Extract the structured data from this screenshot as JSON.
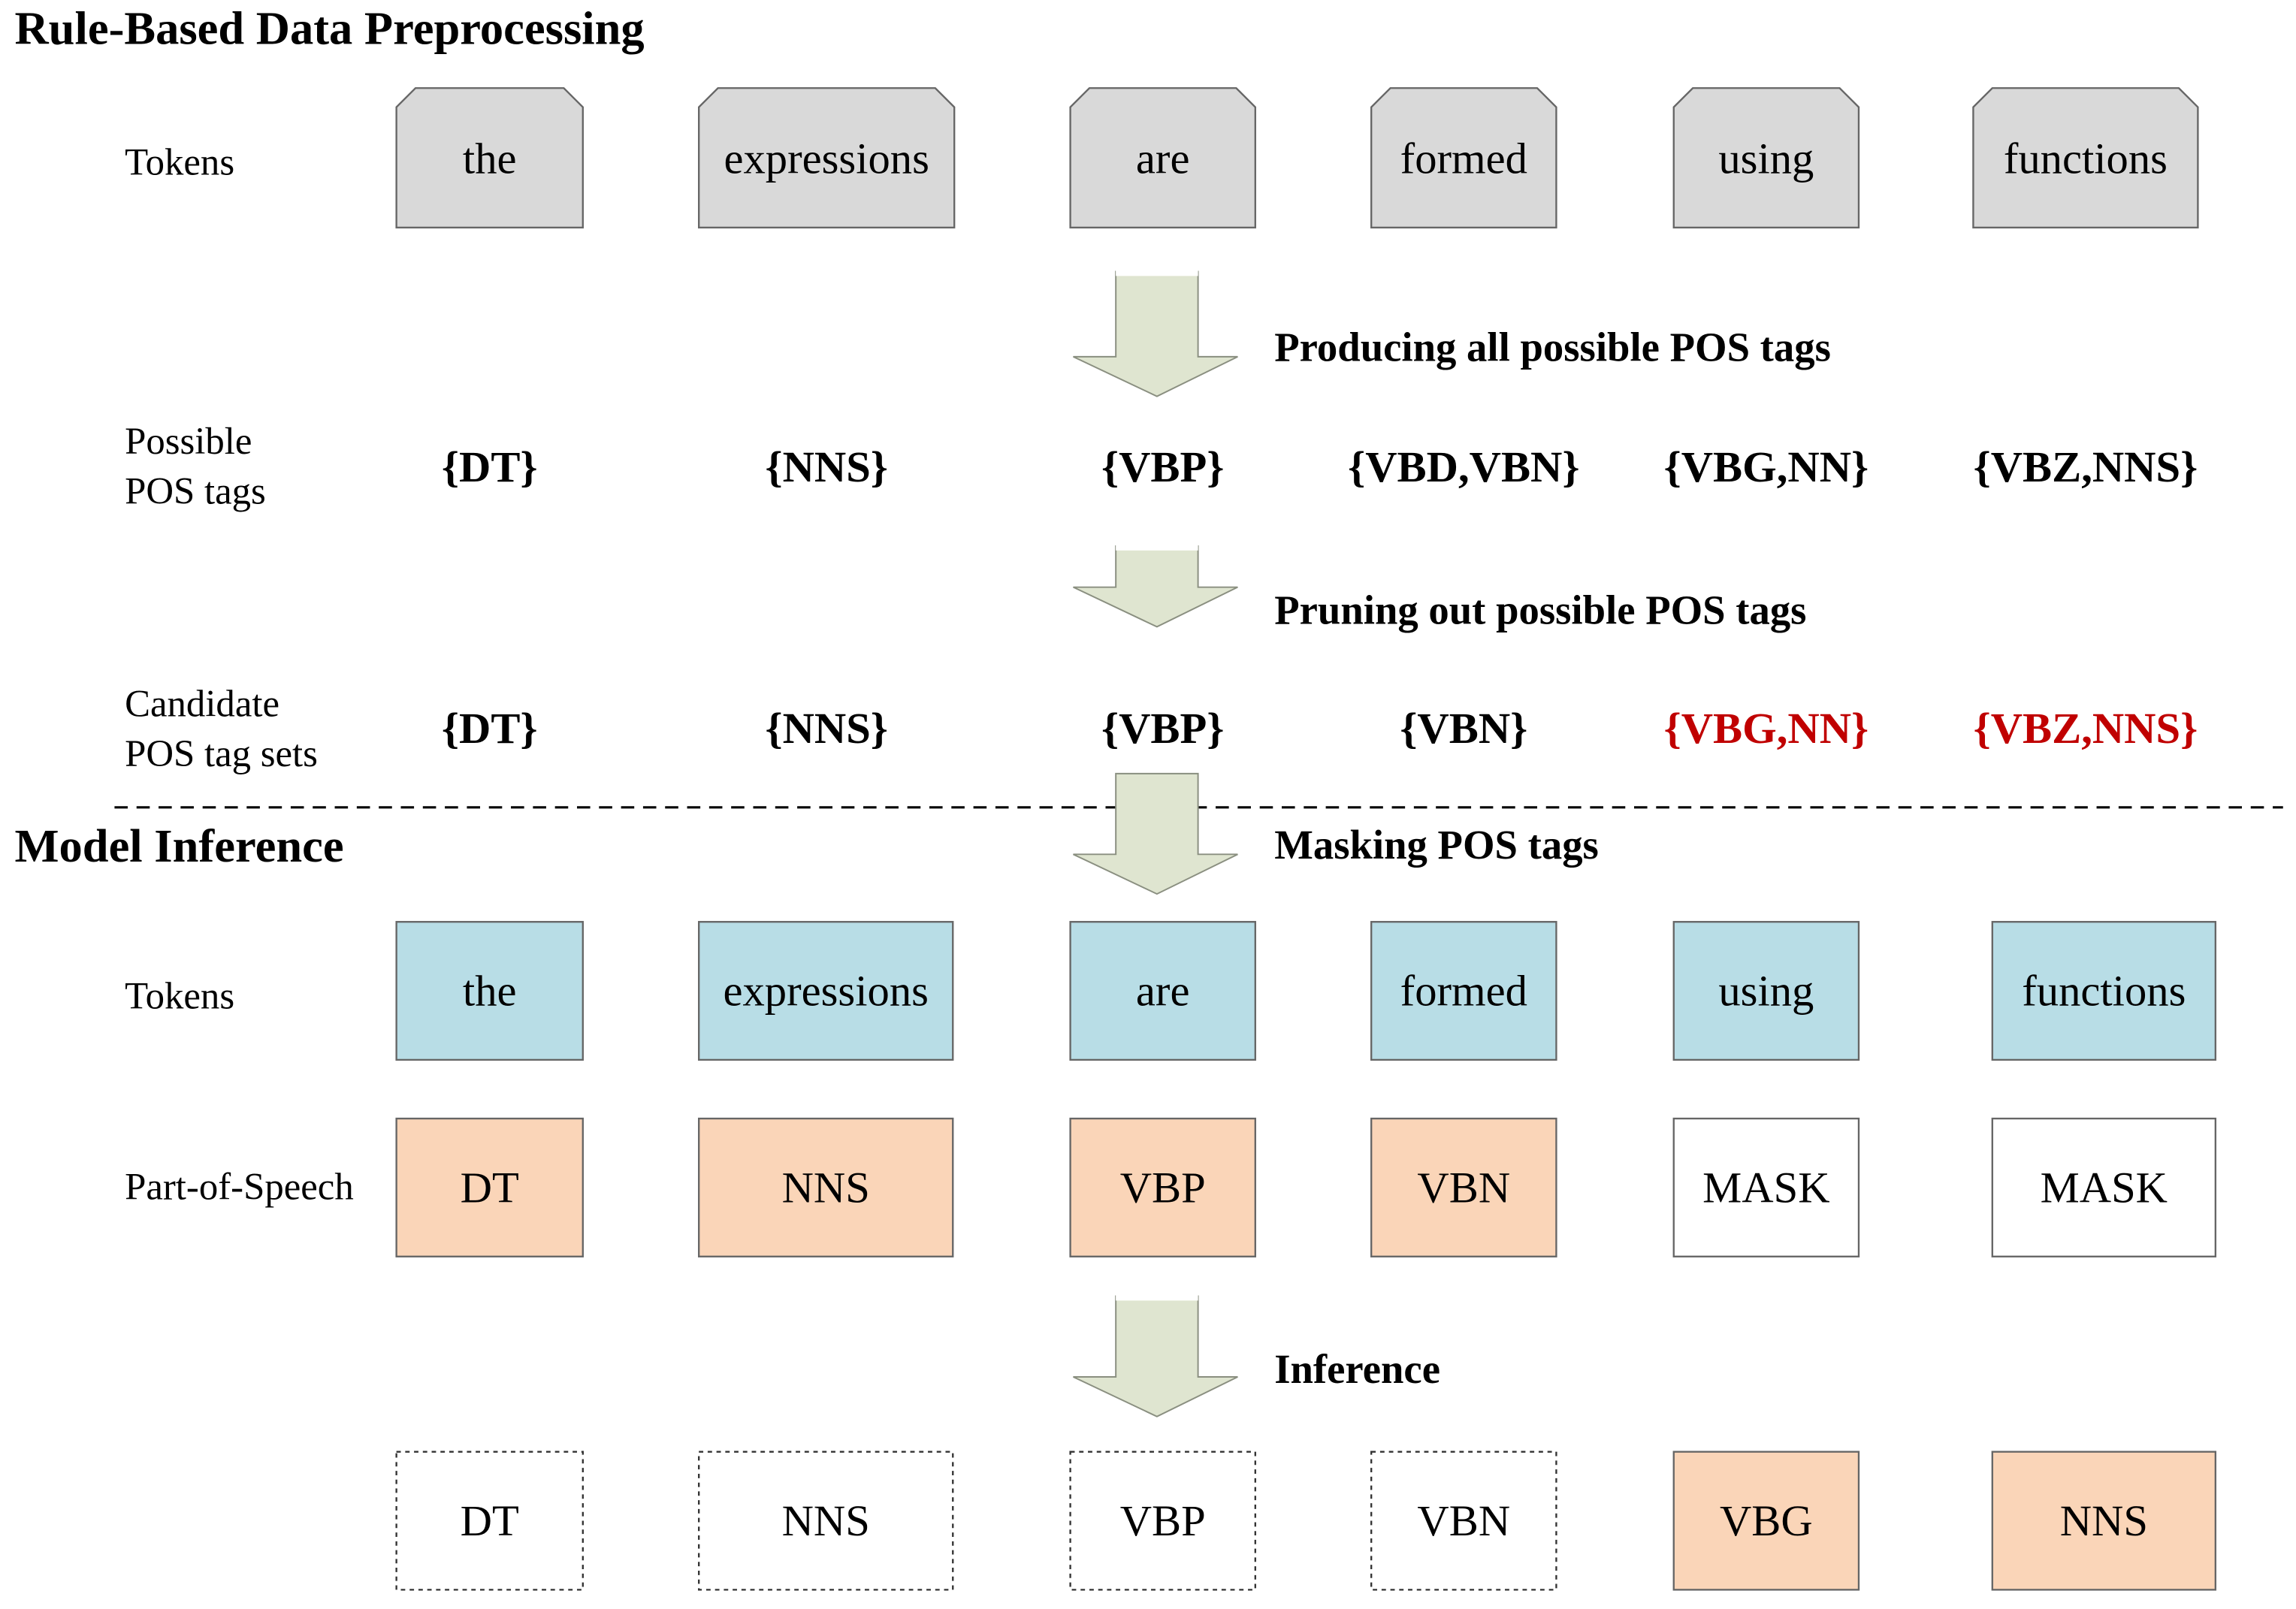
{
  "sections": {
    "preprocessing_title": "Rule-Based Data Preprocessing",
    "inference_title": "Model Inference"
  },
  "row_labels": {
    "tokens_top": "Tokens",
    "possible_line1": "Possible",
    "possible_line2": "POS tags",
    "candidate_line1": "Candidate",
    "candidate_line2": "POS tag sets",
    "tokens_bottom": "Tokens",
    "part_of_speech": "Part-of-Speech"
  },
  "steps": [
    "Producing all possible POS tags",
    "Pruning out possible POS tags",
    "Masking POS tags",
    "Inference"
  ],
  "tokens": [
    "the",
    "expressions",
    "are",
    "formed",
    "using",
    "functions"
  ],
  "possible_tags": [
    "{DT}",
    "{NNS}",
    "{VBP}",
    "{VBD,VBN}",
    "{VBG,NN}",
    "{VBZ,NNS}"
  ],
  "candidate_tags": [
    {
      "text": "{DT}",
      "ambiguous": false
    },
    {
      "text": "{NNS}",
      "ambiguous": false
    },
    {
      "text": "{VBP}",
      "ambiguous": false
    },
    {
      "text": "{VBN}",
      "ambiguous": false
    },
    {
      "text": "{VBG,NN}",
      "ambiguous": true
    },
    {
      "text": "{VBZ,NNS}",
      "ambiguous": true
    }
  ],
  "masked_pos": [
    {
      "text": "DT",
      "state": "known"
    },
    {
      "text": "NNS",
      "state": "known"
    },
    {
      "text": "VBP",
      "state": "known"
    },
    {
      "text": "VBN",
      "state": "known"
    },
    {
      "text": "MASK",
      "state": "masked"
    },
    {
      "text": "MASK",
      "state": "masked"
    }
  ],
  "inferred_pos": [
    {
      "text": "DT",
      "state": "given"
    },
    {
      "text": "NNS",
      "state": "given"
    },
    {
      "text": "VBP",
      "state": "given"
    },
    {
      "text": "VBN",
      "state": "given"
    },
    {
      "text": "VBG",
      "state": "predicted"
    },
    {
      "text": "NNS",
      "state": "predicted"
    }
  ],
  "colors": {
    "token_top_fill": "#d9d9d9",
    "token_bottom_fill": "#b8dde6",
    "pos_fill": "#fad5b8",
    "arrow_fill": "#dfe5d0",
    "ambiguous_text": "#c00000",
    "text": "#000000"
  }
}
